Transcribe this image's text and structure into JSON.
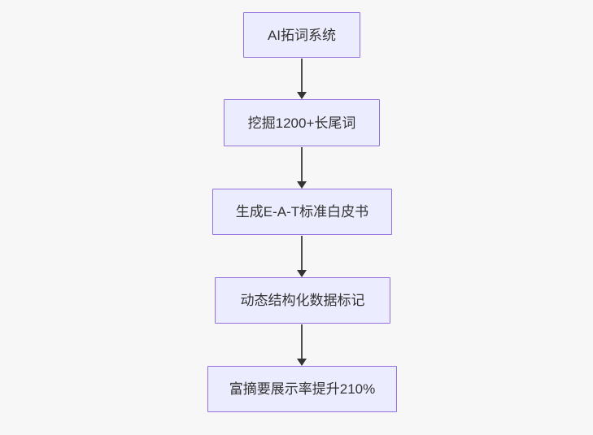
{
  "diagram": {
    "type": "flowchart",
    "direction": "top-down",
    "nodes": [
      {
        "label": "AI拓词系统"
      },
      {
        "label": "挖掘1200+长尾词"
      },
      {
        "label": "生成E-A-T标准白皮书"
      },
      {
        "label": "动态结构化数据标记"
      },
      {
        "label": "富摘要展示率提升210%"
      }
    ],
    "edges": [
      {
        "from": 0,
        "to": 1
      },
      {
        "from": 1,
        "to": 2
      },
      {
        "from": 2,
        "to": 3
      },
      {
        "from": 3,
        "to": 4
      }
    ]
  },
  "colors": {
    "background": "#f7f7f7",
    "node_fill": "#ececff",
    "node_border": "#9370db",
    "node_text": "#333333",
    "arrow": "#333333"
  }
}
